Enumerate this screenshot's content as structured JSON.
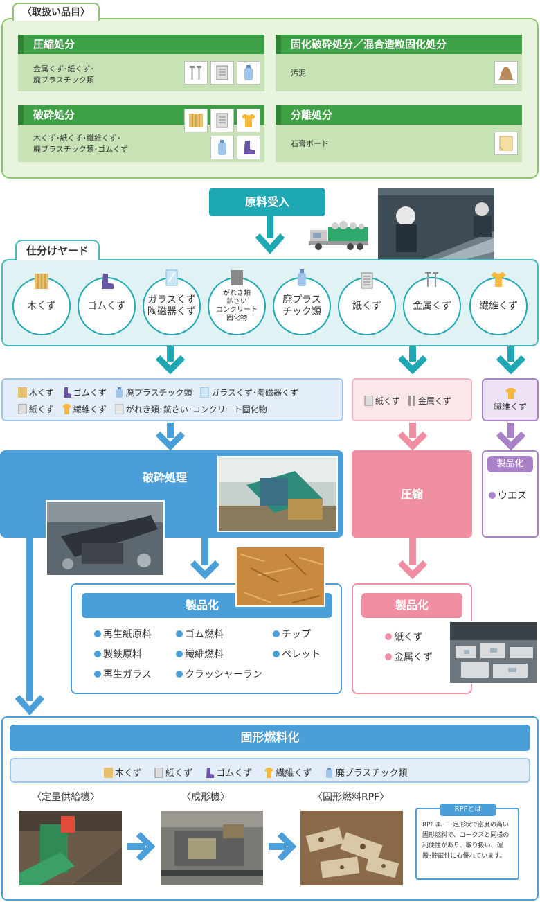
{
  "top": {
    "tab": "〈取扱い品目〉",
    "categories": [
      {
        "title": "圧縮処分",
        "line1": "金属くず･紙くず･",
        "line2": "廃プラスチック類"
      },
      {
        "title": "固化破砕処分／混合造粒固化処分",
        "line1": "汚泥",
        "line2": ""
      },
      {
        "title": "破砕処分",
        "line1": "木くず･紙くず･繊維くず･",
        "line2": "廃プラスチック類･ゴムくず"
      },
      {
        "title": "分離処分",
        "line1": "石膏ボード",
        "line2": ""
      }
    ]
  },
  "flow": {
    "intake": "原料受入",
    "yard_title": "仕分けヤード",
    "circles": [
      {
        "label": "木くず",
        "icon": "wood-icon"
      },
      {
        "label": "ゴムくず",
        "icon": "boot-icon"
      },
      {
        "label1": "ガラスくず",
        "label2": "陶磁器くず",
        "icon": "glass-icon"
      },
      {
        "label1": "がれき類",
        "label2": "鉱さい",
        "label3": "コンクリート",
        "label4": "固化物",
        "icon": "rubble-icon"
      },
      {
        "label1": "廃プラス",
        "label2": "チック類",
        "icon": "bottle-icon"
      },
      {
        "label": "紙くず",
        "icon": "paper-icon"
      },
      {
        "label": "金属くず",
        "icon": "metal-icon"
      },
      {
        "label": "繊維くず",
        "icon": "shirt-icon"
      }
    ],
    "blue_list": {
      "row1": [
        "木くず",
        "ゴムくず",
        "廃プラスチック類",
        "ガラスくず･陶磁器くず"
      ],
      "row2": [
        "紙くず",
        "繊維くず",
        "がれき類･鉱さい･コンクリート固化物"
      ]
    },
    "pink_list": [
      "紙くず",
      "金属くず"
    ],
    "purple_list": [
      "繊維くず"
    ],
    "crush": "破砕処理",
    "compress": "圧縮",
    "product_title": "製品化",
    "blue_products": [
      "再生紙原料",
      "ゴム燃料",
      "チップ",
      "製鉄原料",
      "繊維燃料",
      "ペレット",
      "再生ガラス",
      "クラッシャーラン"
    ],
    "pink_products": [
      "紙くず",
      "金属くず"
    ],
    "purple_product_title": "製品化",
    "purple_products": [
      "ウエス"
    ]
  },
  "fuel": {
    "title": "固形燃料化",
    "items": [
      "木くず",
      "紙くず",
      "ゴムくず",
      "繊維くず",
      "廃プラスチック類"
    ],
    "steps": [
      "〈定量供給機〉",
      "〈成形機〉",
      "〈固形燃料RPF〉"
    ],
    "rpf_title": "RPFとは",
    "rpf_text": "RPFは、一定形状で密度の高い固形燃料で、コークスと同様の利便性があり、取り扱い、運搬･貯蔵性にも優れています。"
  },
  "colors": {
    "green": "#3fa145",
    "teal": "#1ea8b3",
    "blue": "#4a9fd9",
    "pink": "#f08fa2",
    "purple": "#a981c6"
  }
}
